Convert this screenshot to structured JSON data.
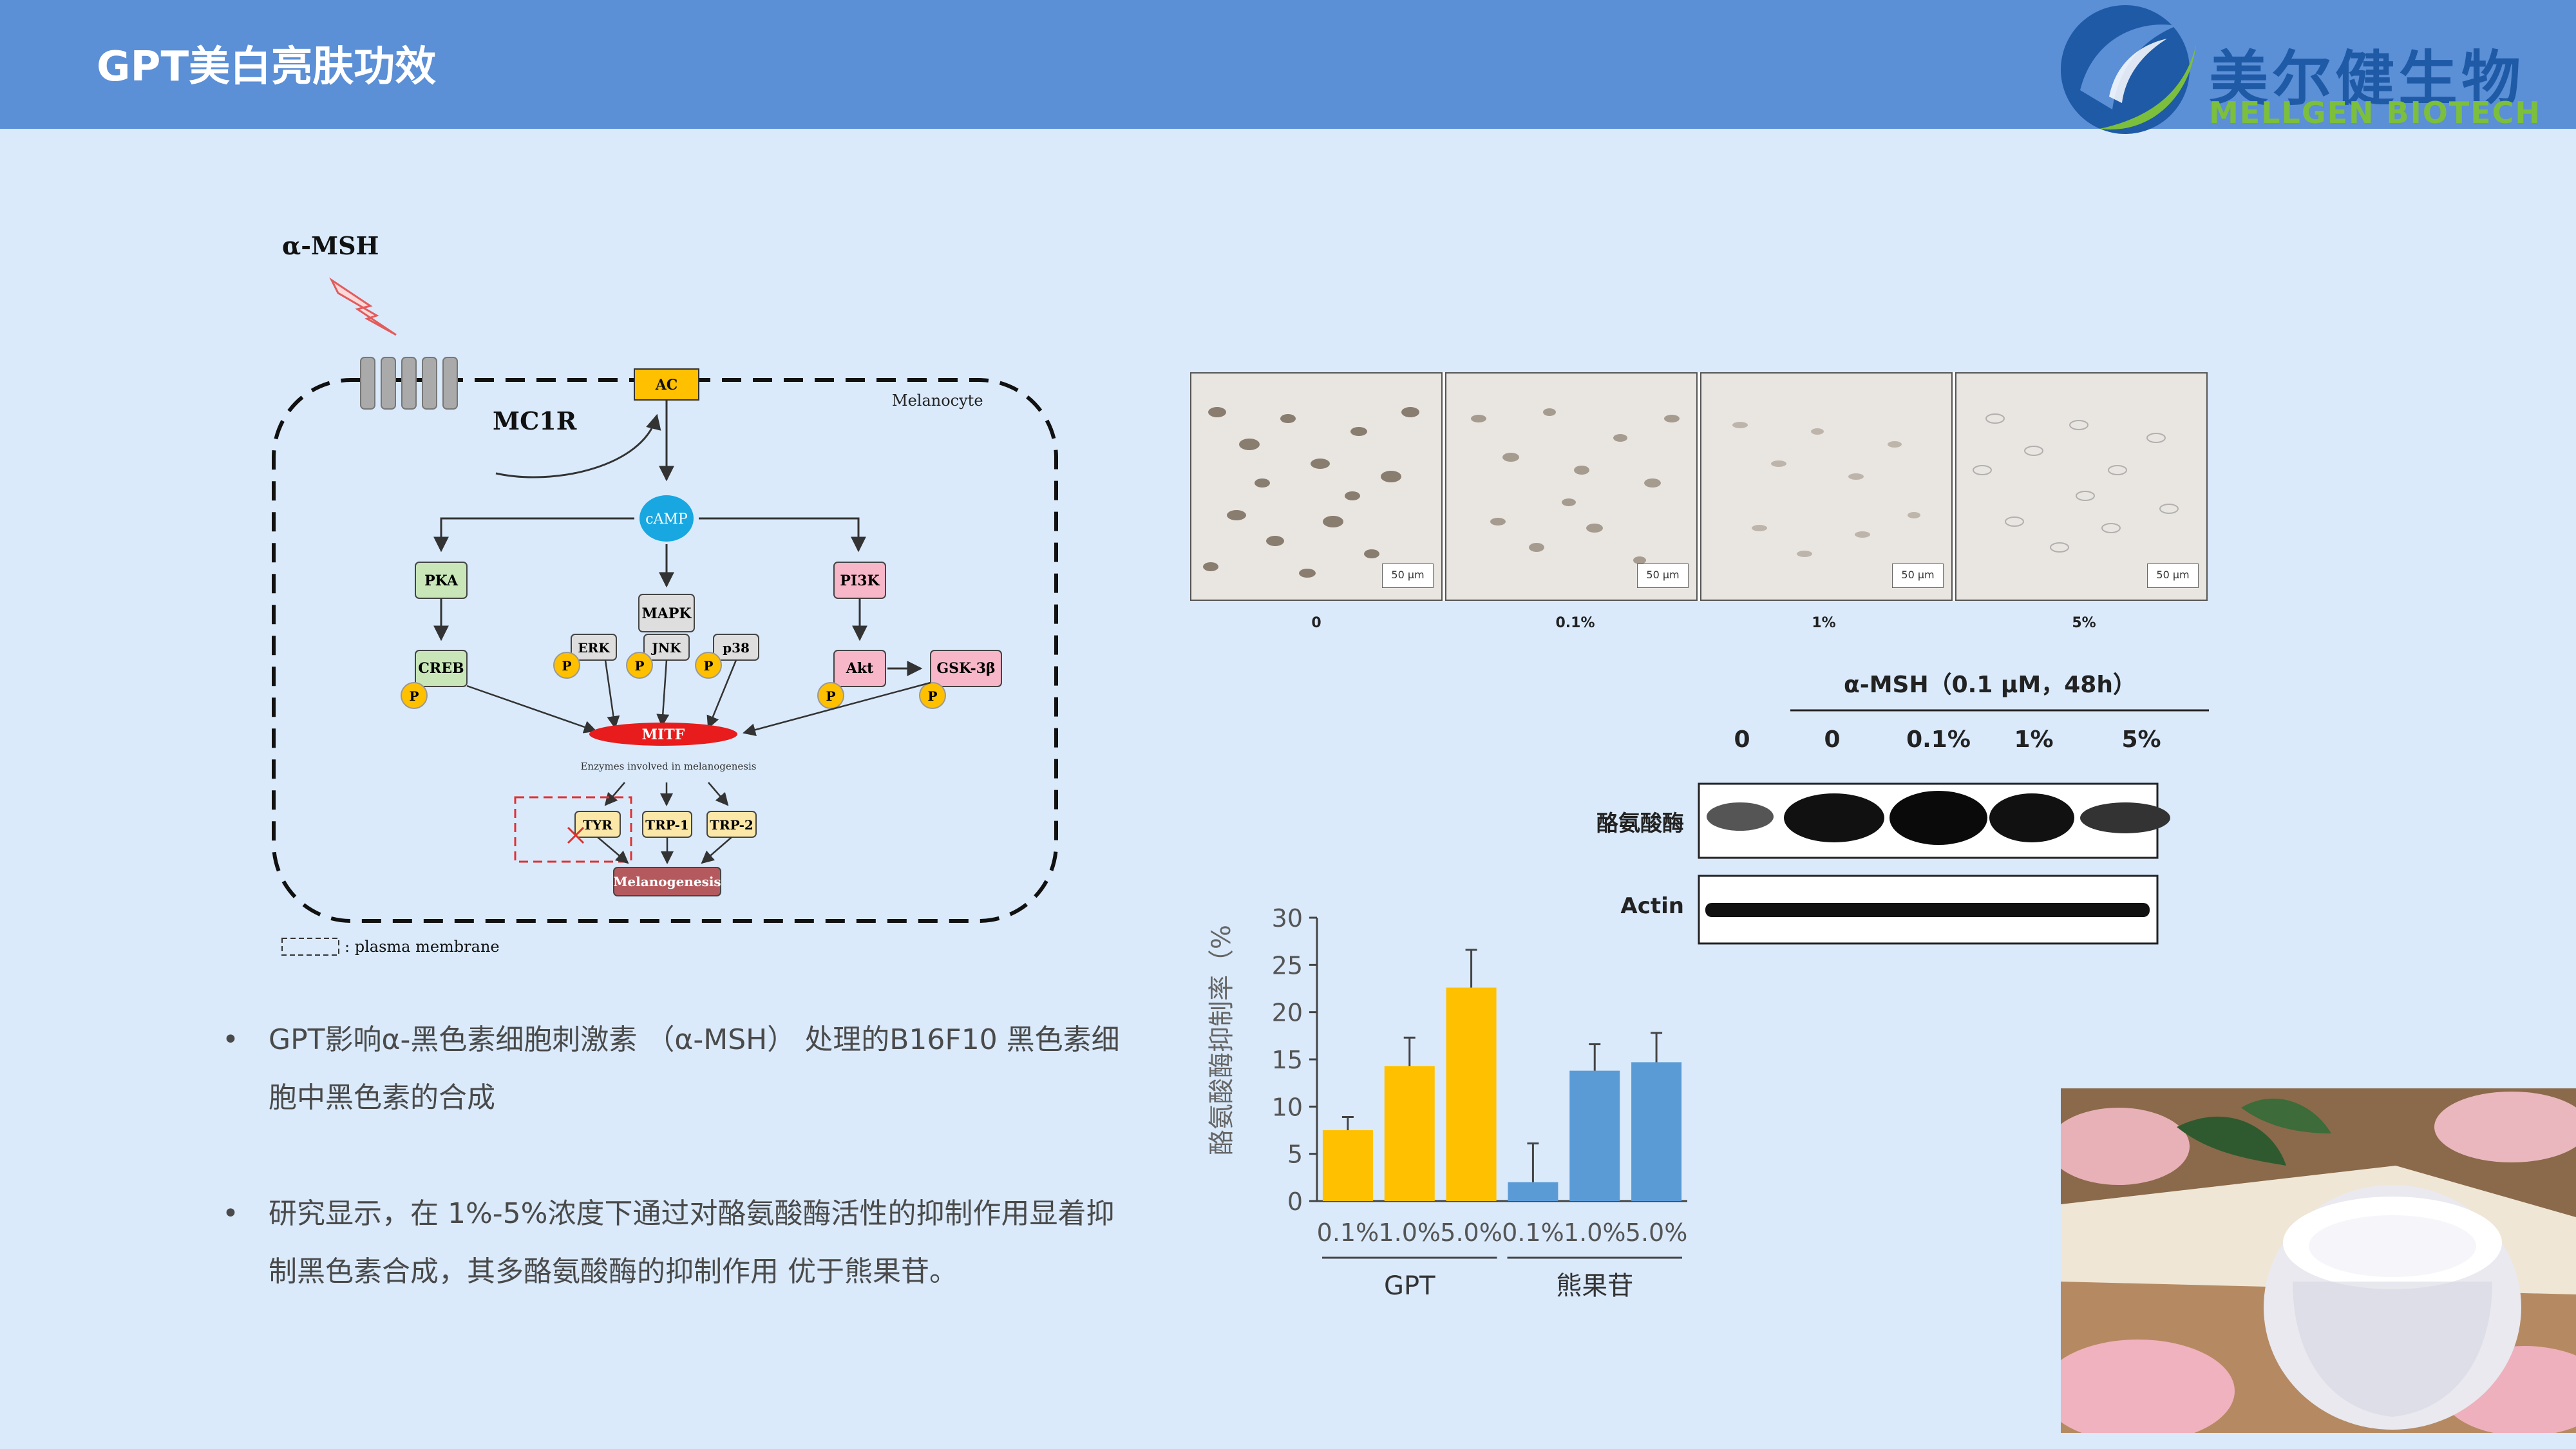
{
  "header": {
    "title": "GPT美白亮肤功效",
    "logo_cn": "美尔健生物",
    "logo_en": "MELLGEN BIOTECH"
  },
  "pathway": {
    "stimulus": "α-MSH",
    "receptor": "MC1R",
    "cell_label": "Melanocyte",
    "nodes": {
      "ac": "AC",
      "camp": "cAMP",
      "pka": "PKA",
      "creb": "CREB",
      "mapk": "MAPK",
      "erk": "ERK",
      "jnk": "JNK",
      "p38": "p38",
      "pi3k": "PI3K",
      "akt": "Akt",
      "gsk": "GSK-3β",
      "mitf": "MITF",
      "tyr": "TYR",
      "trp1": "TRP-1",
      "trp2": "TRP-2",
      "melanogenesis": "Melanogenesis",
      "phos": "P"
    },
    "enzymes_note": "Enzymes involved in melanogenesis",
    "legend": ": plasma membrane"
  },
  "microscopy": {
    "scale_label": "50 μm",
    "labels": [
      "0",
      "0.1%",
      "1%",
      "5%"
    ]
  },
  "western_blot": {
    "treatment": "α-MSH（0.1 μM，48h）",
    "lanes": [
      "0",
      "0",
      "0.1%",
      "1%",
      "5%"
    ],
    "rows": [
      "酪氨酸酶",
      "Actin"
    ]
  },
  "colors": {
    "gpt": "#ffc000",
    "arbutin": "#5b9bd5",
    "header": "#5b8fd6",
    "background": "#daeafb"
  },
  "chart_data": {
    "type": "bar",
    "ylabel": "酪氨酸酶抑制率（%",
    "ylim": [
      0,
      30
    ],
    "yticks": [
      0,
      5,
      10,
      15,
      20,
      25,
      30
    ],
    "groups": [
      {
        "name": "GPT",
        "categories": [
          "0.1%",
          "1.0%",
          "5.0%"
        ],
        "values": [
          7.5,
          14.3,
          22.6
        ],
        "errors": [
          1.4,
          3.0,
          4.0
        ],
        "color": "#ffc000"
      },
      {
        "name": "熊果苷",
        "categories": [
          "0.1%",
          "1.0%",
          "5.0%"
        ],
        "values": [
          2.0,
          13.8,
          14.7
        ],
        "errors": [
          4.1,
          2.8,
          3.1
        ],
        "color": "#5b9bd5"
      }
    ]
  },
  "bullets": [
    "GPT影响α-黑色素细胞刺激素 （α-MSH） 处理的B16F10 黑色素细胞中黑色素的合成",
    "研究显示，在 1%-5%浓度下通过对酪氨酸酶活性的抑制作用显着抑制黑色素合成，其多酪氨酸酶的抑制作用 优于熊果苷。"
  ],
  "bullet_symbol": "•"
}
